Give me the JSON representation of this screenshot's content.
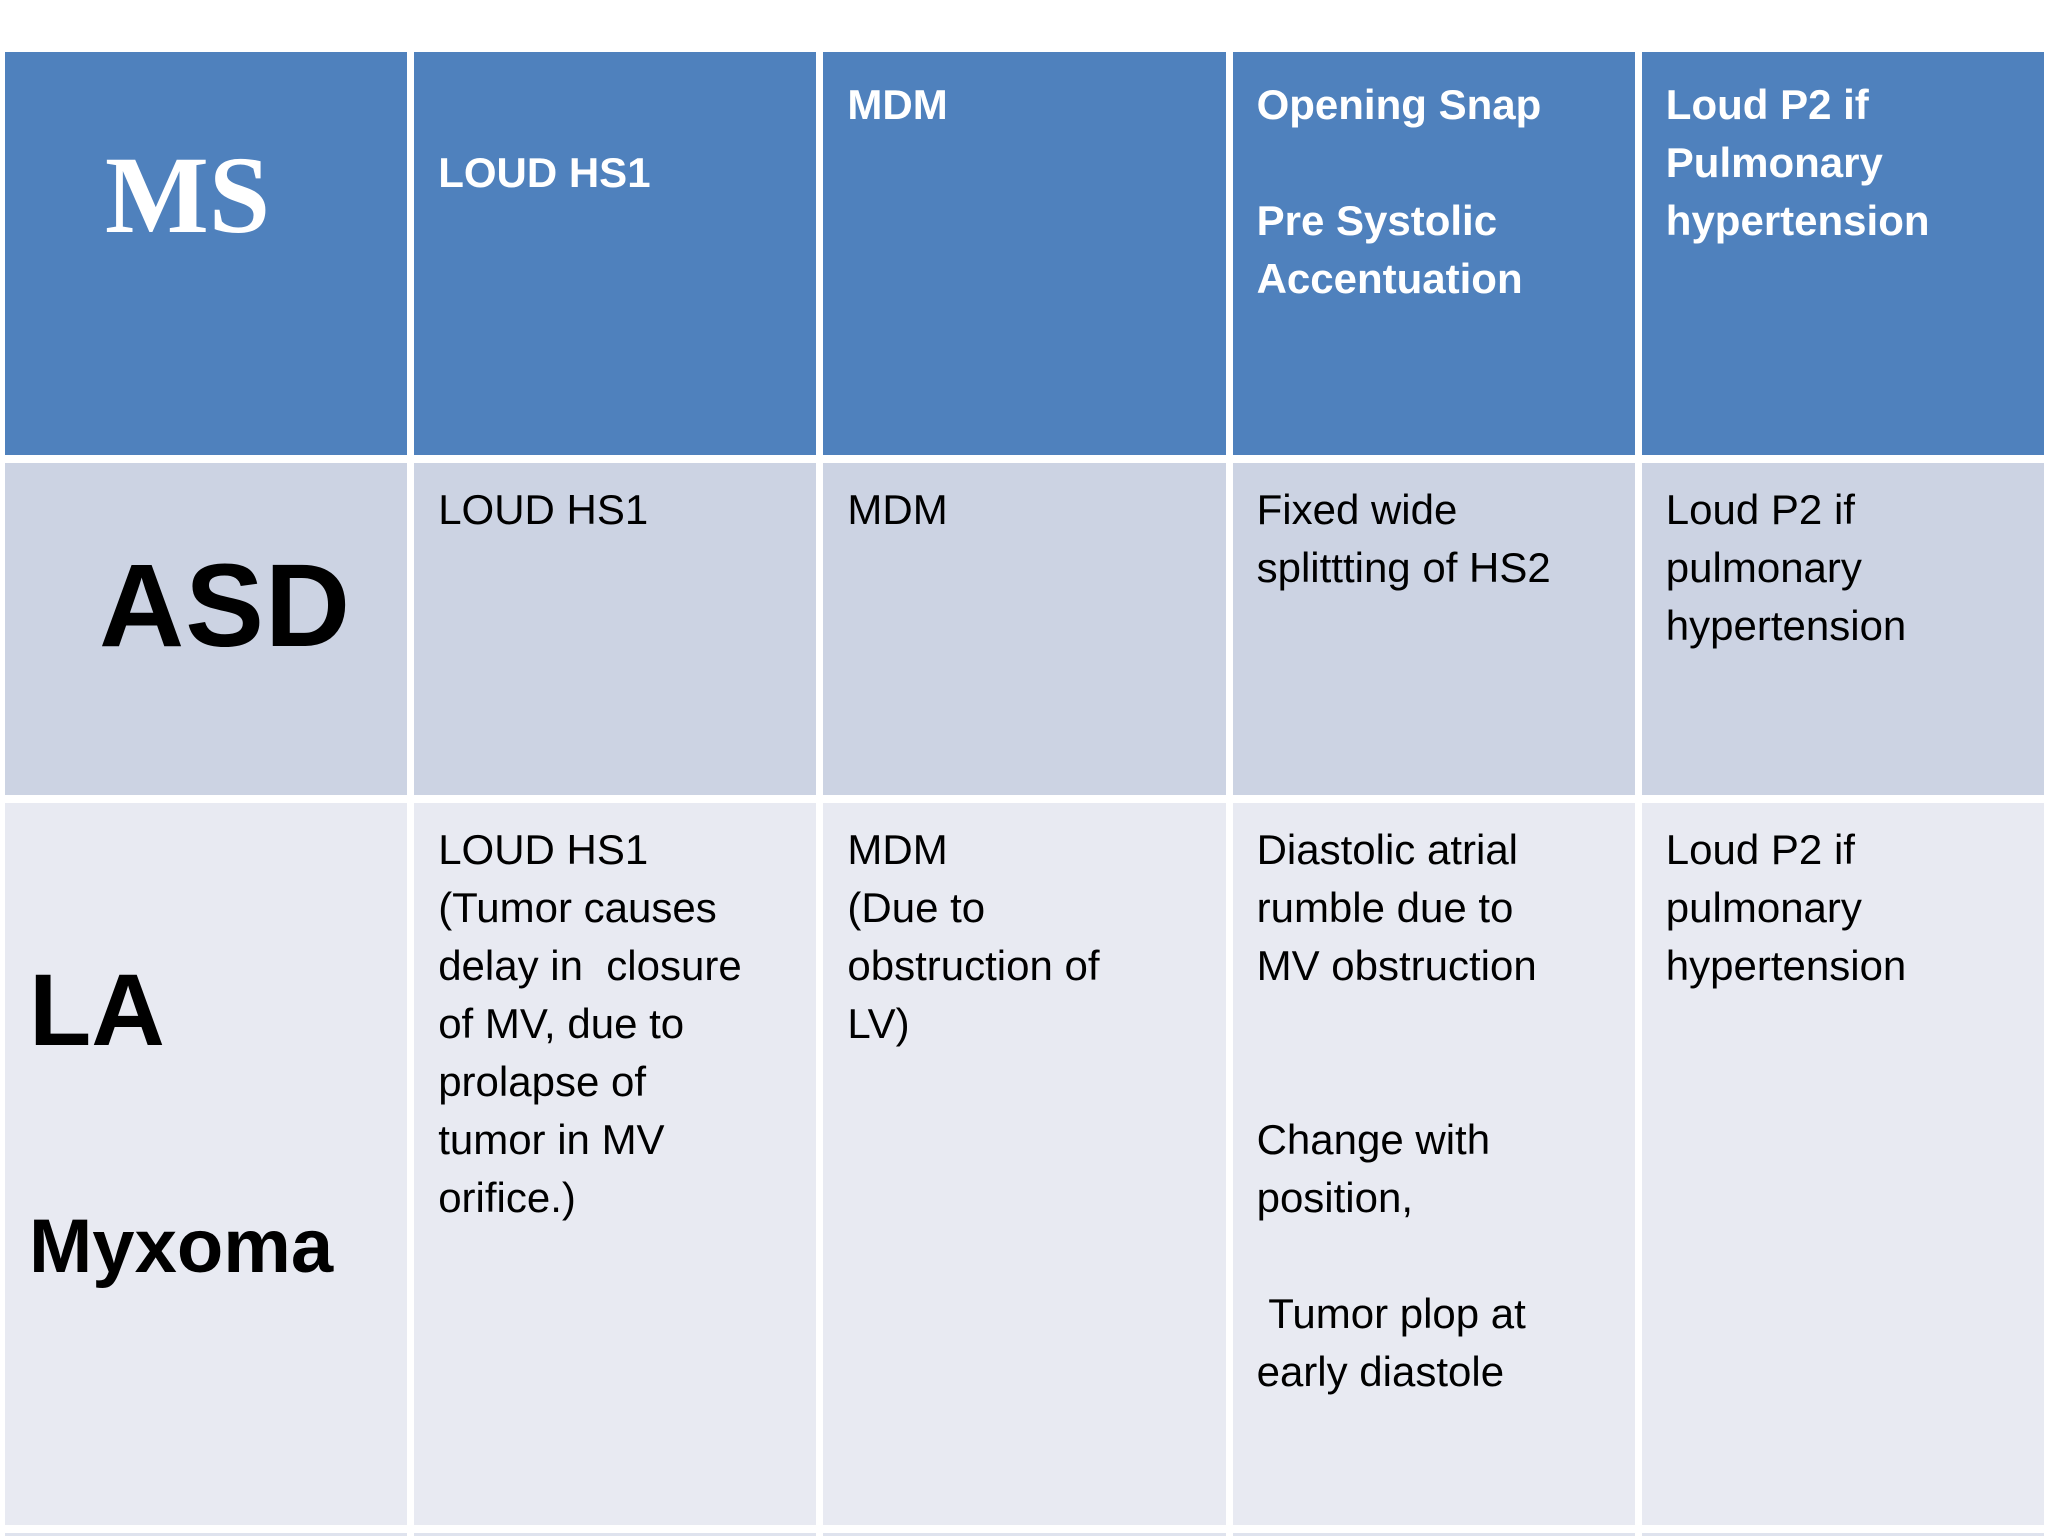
{
  "canvas": {
    "bg": "#ffffff"
  },
  "table": {
    "colors": {
      "canvas_bg": "#ffffff",
      "header_bg": "#4f81bd",
      "header_text": "#ffffff",
      "band_dark_bg": "#ccd3e3",
      "band_light_bg": "#e8eaf2",
      "body_text": "#000000",
      "grid_line": "#ffffff",
      "cutoff_row_bg": "#dfe3ee"
    },
    "header_row": {
      "row_label": "MS",
      "cells": [
        "LOUD HS1",
        "MDM",
        "Opening Snap\n\nPre Systolic\nAccentuation",
        "Loud P2 if\nPulmonary\nhypertension"
      ]
    },
    "rows": [
      {
        "row_label": "ASD",
        "cells": [
          "LOUD HS1",
          "MDM",
          "Fixed wide\nsplittting of HS2",
          "Loud P2 if\npulmonary\nhypertension"
        ]
      },
      {
        "row_label_line1": "LA",
        "row_label_line2": "Myxoma",
        "cells": [
          "LOUD HS1\n(Tumor causes\ndelay in  closure\nof MV, due to\nprolapse of\ntumor in MV\norifice.)",
          "MDM\n(Due to\nobstruction of\nLV)",
          "Diastolic atrial\nrumble due to\nMV obstruction\n\n\nChange with\nposition,\n\n Tumor plop at\nearly diastole",
          "Loud P2 if\npulmonary\nhypertension"
        ]
      }
    ]
  }
}
